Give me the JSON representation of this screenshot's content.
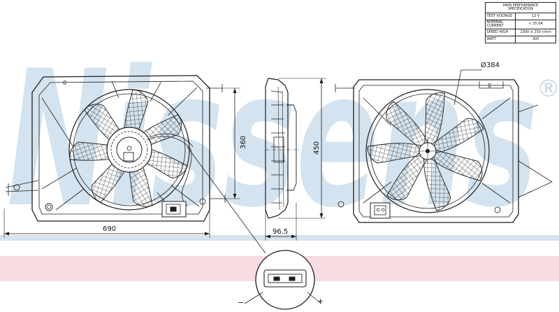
{
  "watermark": {
    "brand": "Nissens",
    "registered_mark": "®"
  },
  "spec_table": {
    "title_line1": "MAIN PERFORMANCE",
    "title_line2": "SPECIFICATION",
    "rows": [
      {
        "label": "TEST VOLTAGE",
        "value": "12  V"
      },
      {
        "label": "NOMINAL CURRENT",
        "value": "< 25.0A"
      },
      {
        "label": "SPEED HIGH",
        "value": "2300 ± 250 r/min"
      },
      {
        "label": "WATT",
        "value": "300"
      }
    ]
  },
  "dimensions": {
    "width": "690",
    "height_front": "360",
    "depth": "96.5",
    "height_side": "450",
    "fan_diameter": "Ø384"
  },
  "connector": {
    "minus": "−",
    "plus": "+"
  },
  "colors": {
    "watermark_blue": "#d3e3ef",
    "band_pink": "#f9dce1",
    "line": "#1e1e1e"
  }
}
